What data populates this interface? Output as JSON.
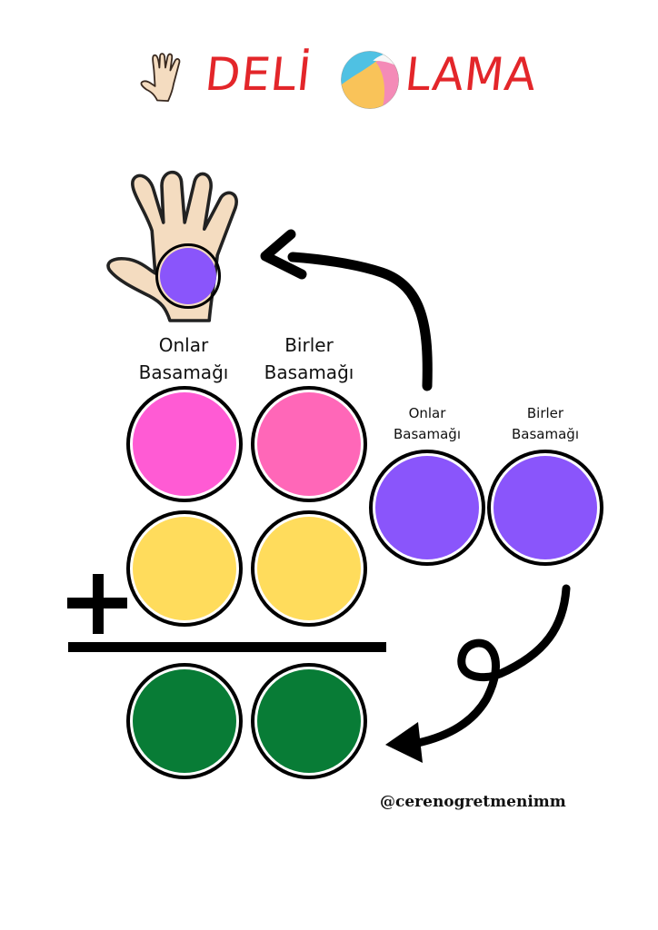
{
  "header": {
    "title_part1": "DELİ",
    "title_part2": "LAMA",
    "hand_icon": "hand-icon",
    "ball_icon": "beach-ball-icon",
    "title_color": "#e3262a"
  },
  "left_group": {
    "columns": [
      {
        "line1": "Onlar",
        "line2": "Basamağı"
      },
      {
        "line1": "Birler",
        "line2": "Basamağı"
      }
    ],
    "rows": [
      {
        "name": "addend-1",
        "colors": [
          "#ff5bd4",
          "#ff67b8"
        ]
      },
      {
        "name": "addend-2",
        "colors": [
          "#ffdc5c",
          "#ffdc5c"
        ]
      },
      {
        "name": "sum",
        "colors": [
          "#087c36",
          "#087c36"
        ]
      }
    ],
    "operator": "+"
  },
  "right_group": {
    "columns": [
      {
        "line1": "Onlar",
        "line2": "Basamağı"
      },
      {
        "line1": "Birler",
        "line2": "Basamağı"
      }
    ],
    "colors": [
      "#8a55fb",
      "#8a55fb"
    ]
  },
  "palm_circle_color": "#8a55fb",
  "footer": {
    "handle": "@cerenogretmenimm"
  }
}
